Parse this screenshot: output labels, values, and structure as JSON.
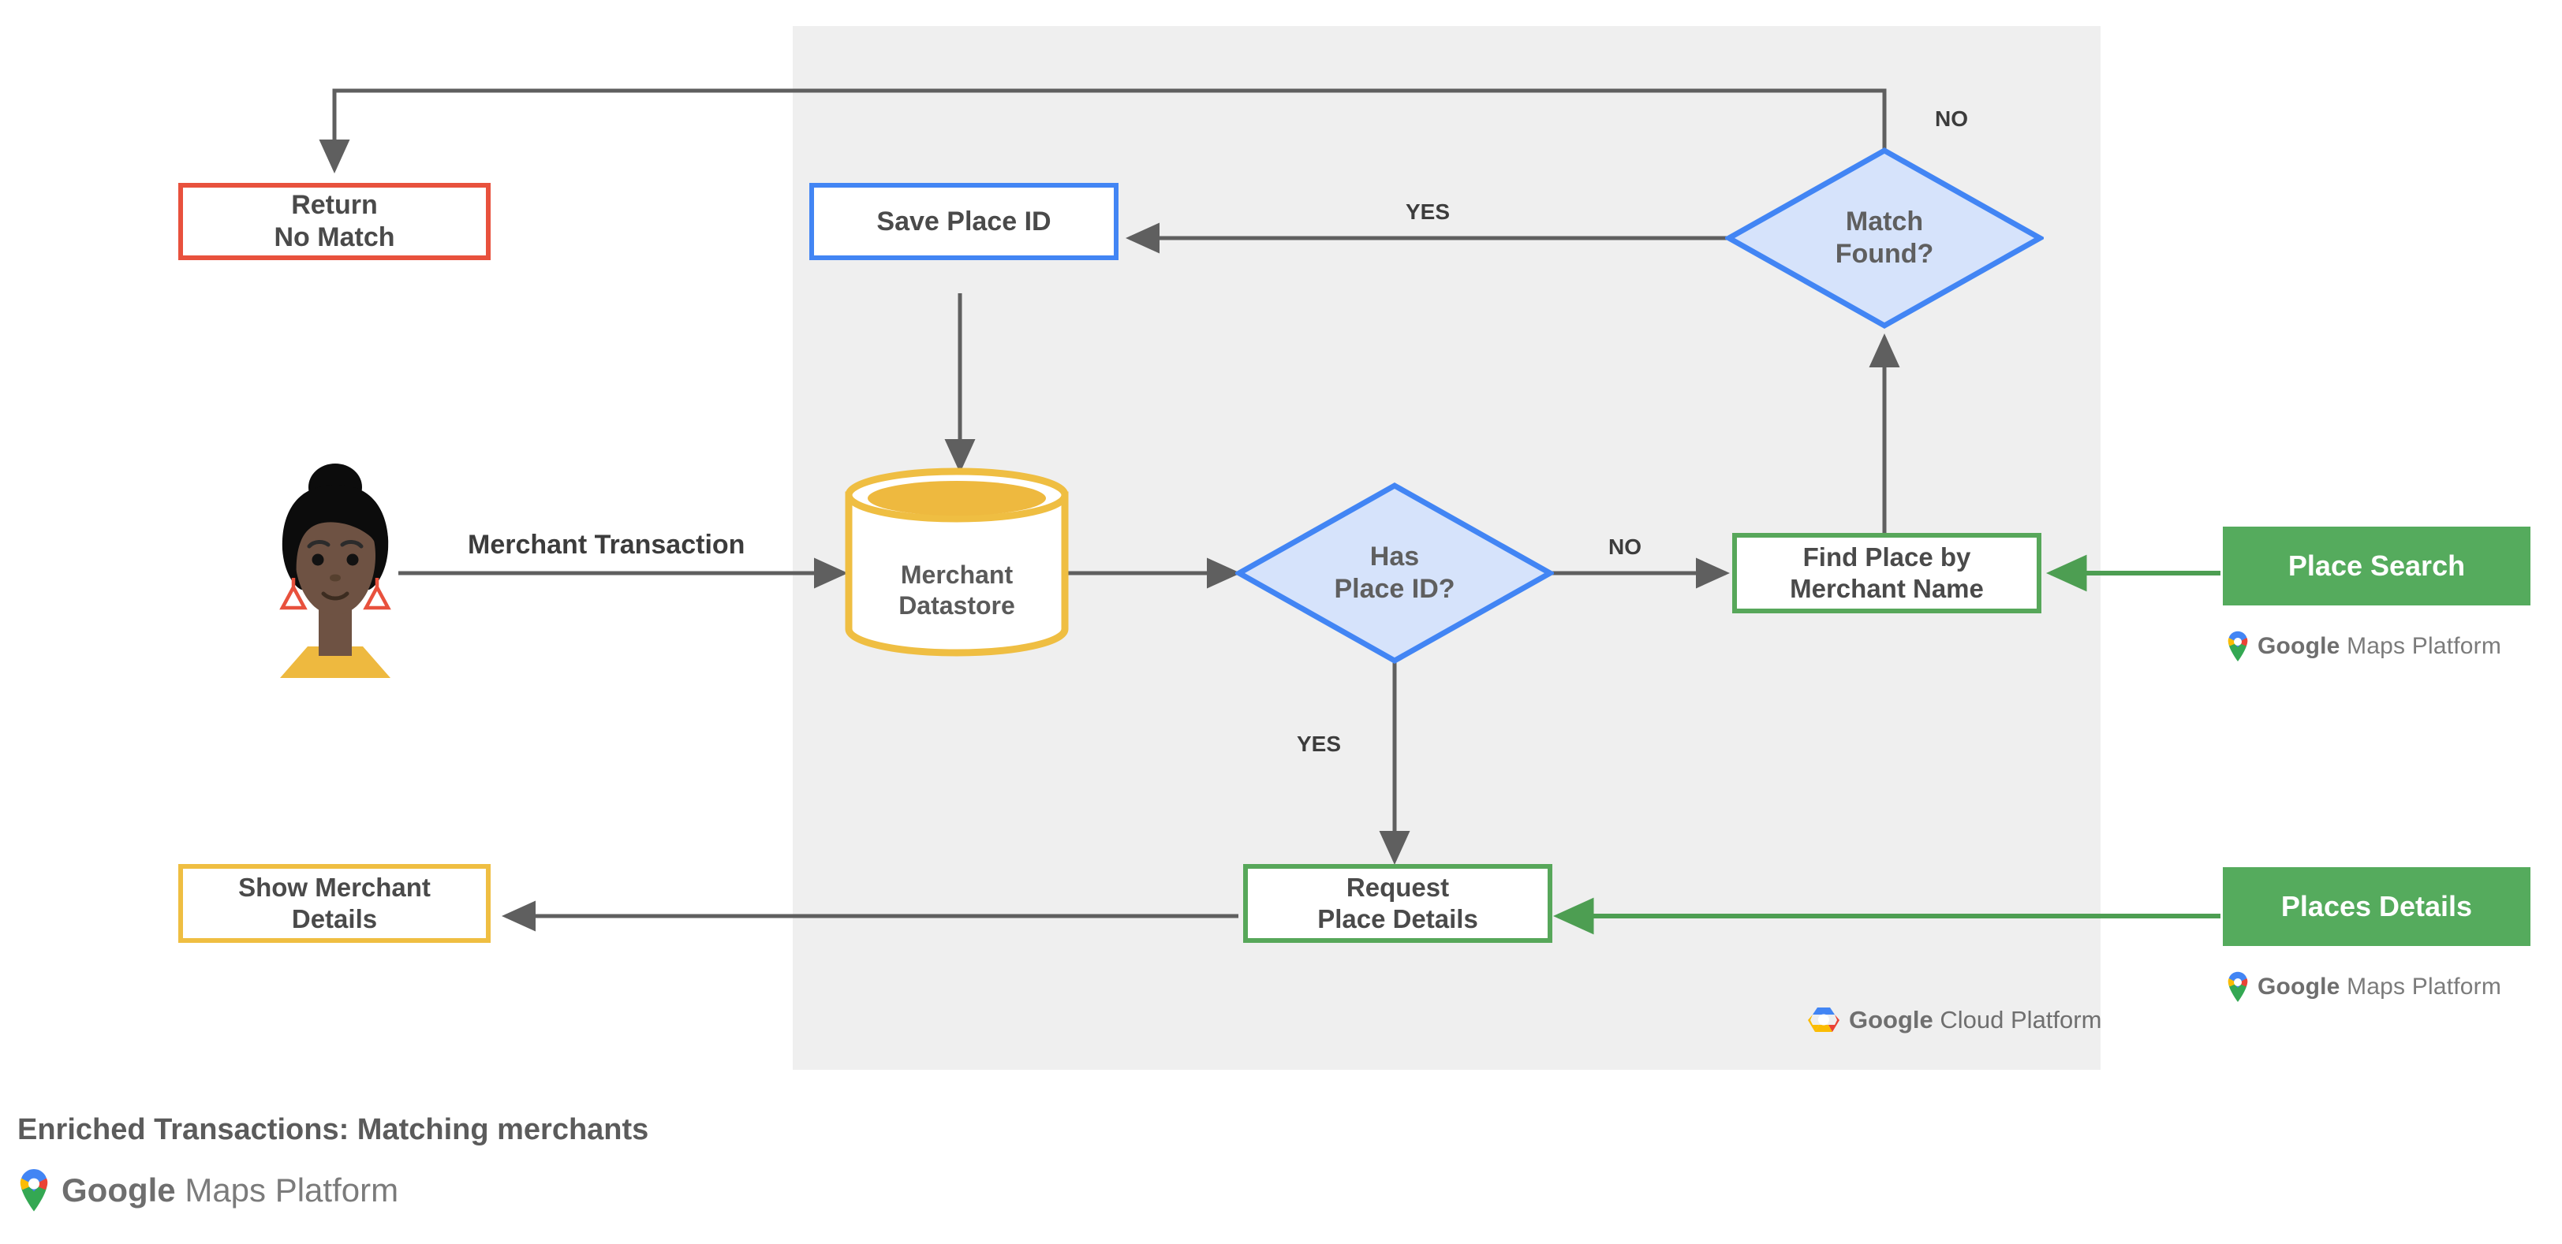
{
  "diagram": {
    "caption": "Enriched Transactions: Matching merchants",
    "platform_logo_text_brand": "Google",
    "platform_logo_text_rest": " Maps Platform",
    "cloud_logo_text_brand": "Google",
    "cloud_logo_text_rest": " Cloud Platform",
    "panel_name": "Google Cloud Platform",
    "colors": {
      "panel_bg": "#efefef",
      "red": "#e8513d",
      "blue": "#4285f4",
      "blue_fill": "#d6e3fb",
      "green": "#57a75a",
      "green_solid": "#55ab5d",
      "yellow": "#efbe42",
      "wire": "#5f5f5f",
      "green_wire": "#4d9e52",
      "text": "#4a4a4a"
    }
  },
  "nodes": {
    "return_no_match": {
      "label": "Return\nNo Match",
      "shape": "rect",
      "style": "outline-red"
    },
    "save_place_id": {
      "label": "Save Place ID",
      "shape": "rect",
      "style": "outline-blue"
    },
    "match_found": {
      "label": "Match\nFound?",
      "shape": "diamond",
      "style": "blue-fill"
    },
    "merchant_datastore": {
      "label": "Merchant\nDatastore",
      "shape": "cylinder",
      "style": "outline-yellow"
    },
    "has_place_id": {
      "label": "Has\nPlace ID?",
      "shape": "diamond",
      "style": "blue-fill"
    },
    "find_place_by_merchant_name": {
      "label": "Find Place by\nMerchant Name",
      "shape": "rect",
      "style": "outline-green"
    },
    "place_search": {
      "label": "Place Search",
      "shape": "rect",
      "style": "solid-green"
    },
    "request_place_details": {
      "label": "Request\nPlace Details",
      "shape": "rect",
      "style": "outline-green"
    },
    "places_details": {
      "label": "Places Details",
      "shape": "rect",
      "style": "solid-green"
    },
    "show_merchant_details": {
      "label": "Show Merchant\nDetails",
      "shape": "rect",
      "style": "outline-yellow"
    },
    "customer": {
      "label": "customer-avatar",
      "shape": "illustration"
    }
  },
  "edge_labels": {
    "merchant_transaction": "Merchant Transaction",
    "yes_match_found": "YES",
    "no_match_found": "NO",
    "no_has_place_id": "NO",
    "yes_has_place_id": "YES"
  },
  "chart_data": {
    "type": "diagram",
    "title": "Enriched Transactions: Matching merchants",
    "nodes": [
      "Return No Match",
      "Save Place ID",
      "Match Found?",
      "Merchant Datastore",
      "Has Place ID?",
      "Find Place by Merchant Name",
      "Place Search",
      "Request Place Details",
      "Places Details",
      "Show Merchant Details"
    ],
    "edges": [
      {
        "from": "customer",
        "to": "Merchant Datastore",
        "label": "Merchant Transaction"
      },
      {
        "from": "Merchant Datastore",
        "to": "Has Place ID?",
        "label": ""
      },
      {
        "from": "Has Place ID?",
        "to": "Find Place by Merchant Name",
        "label": "NO"
      },
      {
        "from": "Has Place ID?",
        "to": "Request Place Details",
        "label": "YES"
      },
      {
        "from": "Find Place by Merchant Name",
        "to": "Match Found?",
        "label": ""
      },
      {
        "from": "Match Found?",
        "to": "Save Place ID",
        "label": "YES"
      },
      {
        "from": "Match Found?",
        "to": "Return No Match",
        "label": "NO"
      },
      {
        "from": "Save Place ID",
        "to": "Merchant Datastore",
        "label": ""
      },
      {
        "from": "Place Search",
        "to": "Find Place by Merchant Name",
        "label": ""
      },
      {
        "from": "Places Details",
        "to": "Request Place Details",
        "label": ""
      },
      {
        "from": "Request Place Details",
        "to": "Show Merchant Details",
        "label": ""
      }
    ]
  }
}
